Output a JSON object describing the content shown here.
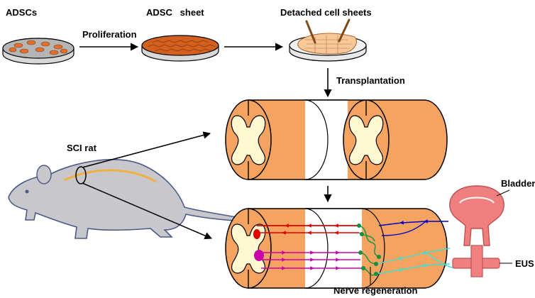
{
  "labels": {
    "adscs": "ADSCs",
    "adsc_sheet": "ADSC   sheet",
    "detached": "Detached cell sheets",
    "proliferation": "Proliferation",
    "transplantation": "Transplantation",
    "sci_rat": "SCI rat",
    "bladder": "Bladder",
    "eus": "EUS",
    "nerve_regeneration": "Nerve regeneration"
  },
  "colors": {
    "cord_orange": "#F4A460",
    "gray_matter": "#FFF8D0",
    "dish_fill": "#B5B5B5",
    "cell_orange": "#E07030",
    "sheet_orange": "#D2601E",
    "rat_body": "#C8C8CC",
    "rat_outline": "#4A5A8A",
    "bladder_pink": "#F08080",
    "nerve_red": "#E00000",
    "nerve_magenta": "#CC00AA",
    "nerve_blue": "#0000CC",
    "nerve_cyan": "#40E0D0",
    "nerve_green": "#109040"
  }
}
